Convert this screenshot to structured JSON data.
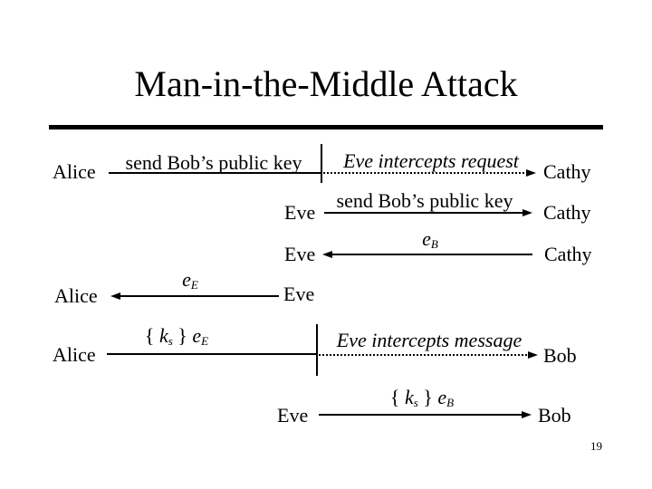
{
  "slide": {
    "title": "Man-in-the-Middle Attack",
    "page_number": "19",
    "background_color": "#ffffff",
    "text_color": "#000000"
  },
  "diagram": {
    "row1": {
      "from": "Alice",
      "message": "send Bob’s public key",
      "intercept_note": "Eve intercepts request",
      "to": "Cathy"
    },
    "row2": {
      "from": "Eve",
      "message": "send Bob’s public key",
      "to": "Cathy"
    },
    "row3": {
      "from": "Eve",
      "key_base": "e",
      "key_sub": "B",
      "to": "Cathy"
    },
    "row4": {
      "from": "Alice",
      "key_base": "e",
      "key_sub": "E",
      "to": "Eve"
    },
    "row5": {
      "from": "Alice",
      "brace_open": "{ ",
      "var1": "k",
      "sub1": "s",
      "brace_close": " } ",
      "var2": "e",
      "sub2": "E",
      "intercept_note": "Eve intercepts message",
      "to": "Bob"
    },
    "row6": {
      "from": "Eve",
      "brace_open": "{ ",
      "var1": "k",
      "sub1": "s",
      "brace_close": " } ",
      "var2": "e",
      "sub2": "B",
      "to": "Bob"
    }
  }
}
